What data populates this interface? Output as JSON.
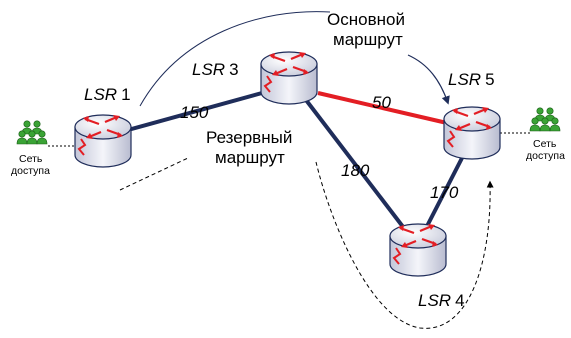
{
  "routers": [
    {
      "id": "lsr1",
      "prefix": "LSR",
      "number": "1"
    },
    {
      "id": "lsr3",
      "prefix": "LSR",
      "number": "3"
    },
    {
      "id": "lsr5",
      "prefix": "LSR",
      "number": "5"
    },
    {
      "id": "lsr4",
      "prefix": "LSR",
      "number": "4"
    }
  ],
  "links": [
    {
      "id": "lsr1-lsr3",
      "metric": "150",
      "color": "#1f2d5a"
    },
    {
      "id": "lsr3-lsr5",
      "metric": "50",
      "color": "#e31e24"
    },
    {
      "id": "lsr3-lsr4",
      "metric": "180",
      "color": "#1f2d5a"
    },
    {
      "id": "lsr4-lsr5",
      "metric": "170",
      "color": "#1f2d5a"
    }
  ],
  "routes": {
    "primary": {
      "line1": "Основной",
      "line2": "маршрут"
    },
    "backup": {
      "line1": "Резервный",
      "line2": "маршрут"
    }
  },
  "access_networks": {
    "left": {
      "line1": "Сеть",
      "line2": "доступа"
    },
    "right": {
      "line1": "Сеть",
      "line2": "доступа"
    }
  },
  "colors": {
    "router_body": "#e9eaf3",
    "router_outline": "#1f2d5a",
    "arrow": "#e31e24",
    "user_icon": "#3aa335"
  }
}
